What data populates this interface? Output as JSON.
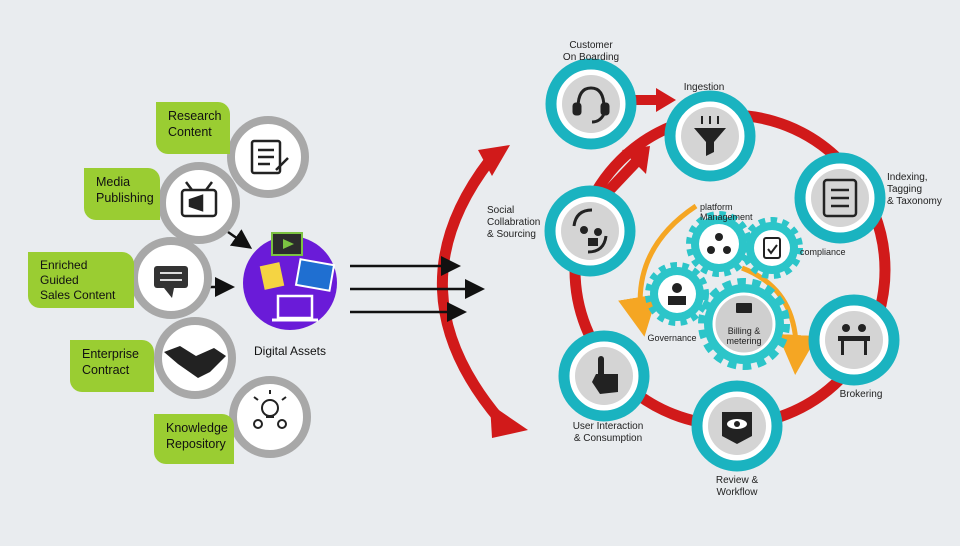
{
  "sources": [
    {
      "label_line1": "Research",
      "label_line2": "Content",
      "label_line3": "",
      "icon": "document-list-icon"
    },
    {
      "label_line1": "Media",
      "label_line2": "Publishing",
      "label_line3": "",
      "icon": "tv-megaphone-icon"
    },
    {
      "label_line1": "Enriched",
      "label_line2": "Guided",
      "label_line3": "Sales Content",
      "icon": "chat-bubble-icon"
    },
    {
      "label_line1": "Enterprise",
      "label_line2": "Contract",
      "label_line3": "",
      "icon": "handshake-icon"
    },
    {
      "label_line1": "Knowledge",
      "label_line2": "Repository",
      "label_line3": "",
      "icon": "lightbulb-icon"
    }
  ],
  "digital_assets": {
    "label": "Digital Assets",
    "icon": "media-laptop-icon"
  },
  "cycle": [
    {
      "line1": "Customer",
      "line2": "On Boarding",
      "line3": "",
      "icon": "headset-icon"
    },
    {
      "line1": "Ingestion",
      "line2": "",
      "line3": "",
      "icon": "funnel-icon"
    },
    {
      "line1": "Indexing,",
      "line2": "Tagging",
      "line3": "& Taxonomy",
      "icon": "list-icon"
    },
    {
      "line1": "Brokering",
      "line2": "",
      "line3": "",
      "icon": "meeting-table-icon"
    },
    {
      "line1": "Review &",
      "line2": "Workflow",
      "line3": "",
      "icon": "eye-screen-icon"
    },
    {
      "line1": "User Interaction",
      "line2": "& Consumption",
      "line3": "",
      "icon": "touch-hand-icon"
    },
    {
      "line1": "Social",
      "line2": "Collabration",
      "line3": "& Sourcing",
      "icon": "people-cycle-icon"
    }
  ],
  "gears": [
    {
      "line1": "platform",
      "line2": "Management",
      "icon": "network-icon"
    },
    {
      "line1": "compliance",
      "line2": "",
      "icon": "clipboard-check-icon"
    },
    {
      "line1": "Governance",
      "line2": "",
      "icon": "person-podium-icon"
    },
    {
      "line1": "Billing &",
      "line2": "metering",
      "icon": "cash-register-icon"
    }
  ],
  "colors": {
    "background": "#e9ecef",
    "tag_green": "#9acd32",
    "ring_gray": "#a8a8a8",
    "cycle_teal": "#1ab3c0",
    "cycle_red": "#d11a1a",
    "gear_teal": "#2cc5c9",
    "orange": "#f5a623",
    "digital_purple": "#6a1bd8"
  }
}
